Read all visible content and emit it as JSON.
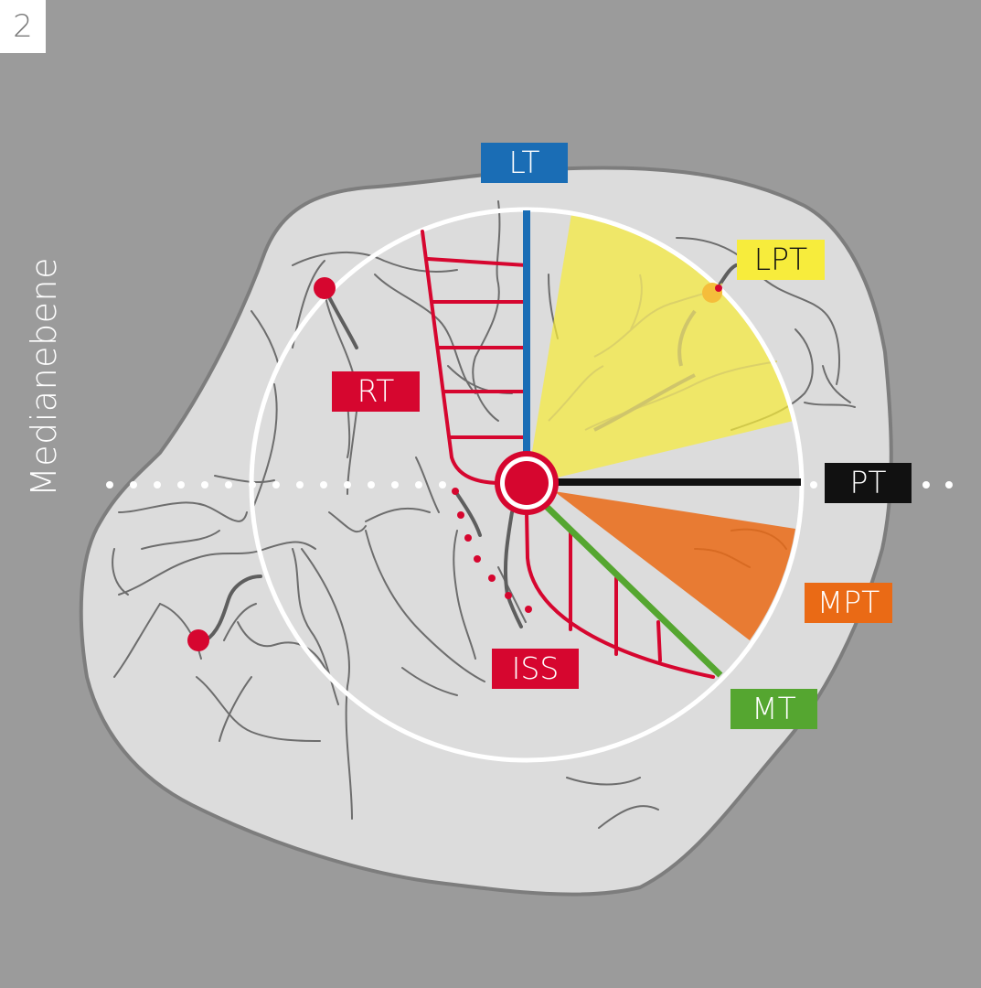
{
  "figure_number": "2",
  "plane_label": "Medianebene",
  "labels": {
    "lt": "LT",
    "lpt": "LPT",
    "rt": "RT",
    "pt": "PT",
    "mpt": "MPT",
    "iss": "ISS",
    "mt": "MT"
  },
  "colors": {
    "background": "#9b9b9b",
    "surface": "#dcdcdc",
    "outline": "#7d7d7d",
    "blue": "#1a6db5",
    "yellow": "#f7ec3c",
    "red": "#d6062f",
    "orange": "#ea6a15",
    "green": "#55a630",
    "black": "#111111",
    "white": "#ffffff"
  }
}
